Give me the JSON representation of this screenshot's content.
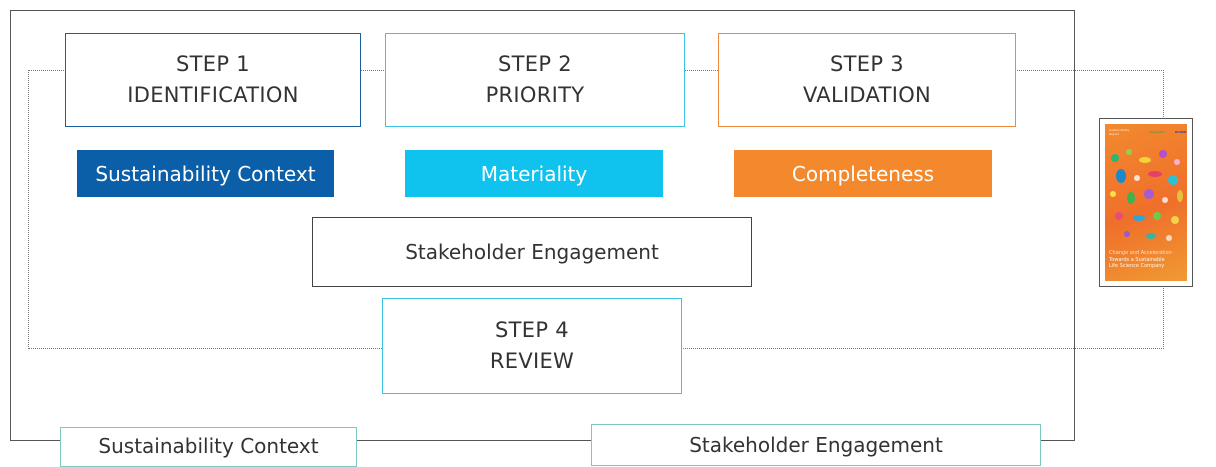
{
  "colors": {
    "step1_border": "#1a5e9e",
    "step2_border": "#3ec3e3",
    "step3_border": "#f08a3c",
    "step4_border": "#3ec3e3",
    "tag_sustainability": "#0b5ea8",
    "tag_materiality": "#10c2ee",
    "tag_completeness": "#f3892c",
    "bottom_box_border": "#7bc9c0",
    "frame": "#555555"
  },
  "steps": [
    {
      "line1": "STEP 1",
      "line2": "IDENTIFICATION"
    },
    {
      "line1": "STEP 2",
      "line2": "PRIORITY"
    },
    {
      "line1": "STEP 3",
      "line2": "VALIDATION"
    },
    {
      "line1": "STEP 4",
      "line2": "REVIEW"
    }
  ],
  "tags": [
    {
      "label": "Sustainability Context"
    },
    {
      "label": "Materiality"
    },
    {
      "label": "Completeness"
    }
  ],
  "stakeholder_box": {
    "label": "Stakeholder Engagement"
  },
  "bottom_boxes": [
    {
      "label": "Sustainability Context"
    },
    {
      "label": "Stakeholder Engagement"
    }
  ],
  "report_cover": {
    "header_small_1": "Sustainability",
    "header_small_2": "Report",
    "brand_1": "Kenyuebio",
    "brand_2": "RUIMN",
    "lines": [
      "Change and Acceleration",
      "Towards a Sustainable",
      "Life Science Company"
    ]
  }
}
